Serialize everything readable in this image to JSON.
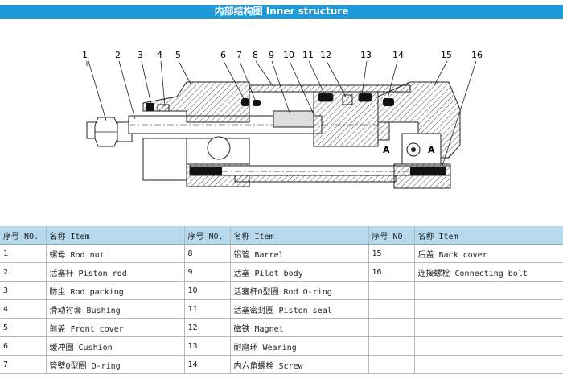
{
  "title": "内部结构图 Inner structure",
  "callouts": [
    "1",
    "2",
    "3",
    "4",
    "5",
    "6",
    "7",
    "8",
    "9",
    "10",
    "11",
    "12",
    "13",
    "14",
    "15",
    "16"
  ],
  "section_marks": [
    "A",
    "A"
  ],
  "table": {
    "headers": [
      "序号 NO.",
      "名称 Item",
      "序号 NO.",
      "名称 Item",
      "序号 NO.",
      "名称 Item"
    ],
    "rows": [
      [
        "1",
        "螺母 Rod nut",
        "8",
        "铝管 Barrel",
        "15",
        "后盖 Back cover"
      ],
      [
        "2",
        "活塞杆 Piston rod",
        "9",
        "活塞 Pilot body",
        "16",
        "连接螺栓 Connecting bolt"
      ],
      [
        "3",
        "防尘 Rod packing",
        "10",
        "活塞杆O型圈 Rod O-ring",
        "",
        ""
      ],
      [
        "4",
        "滑动衬套 Bushing",
        "11",
        "活塞密封圈 Piston seal",
        "",
        ""
      ],
      [
        "5",
        "前盖 Front cover",
        "12",
        "磁铁 Magnet",
        "",
        ""
      ],
      [
        "6",
        "缓冲圈 Cushion",
        "13",
        "耐磨环 Wearing",
        "",
        ""
      ],
      [
        "7",
        "管壁O型圈 O-ring",
        "14",
        "内六角螺栓 Screw",
        "",
        ""
      ]
    ]
  }
}
